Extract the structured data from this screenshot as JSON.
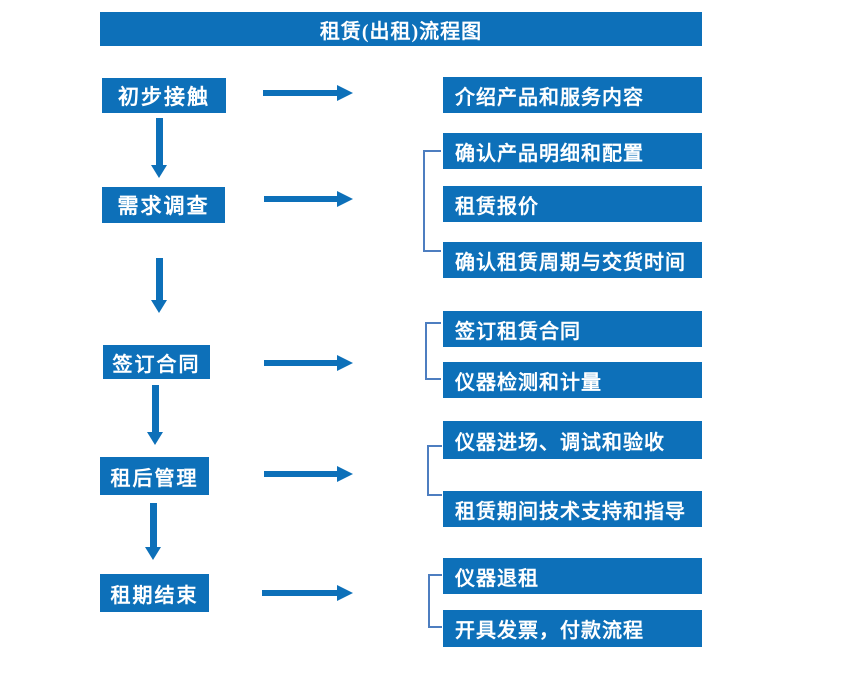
{
  "title": "租赁(出租)流程图",
  "steps": [
    {
      "label": "初步接触",
      "details": [
        "介绍产品和服务内容"
      ]
    },
    {
      "label": "需求调查",
      "details": [
        "确认产品明细和配置",
        "租赁报价",
        "确认租赁周期与交货时间"
      ]
    },
    {
      "label": "签订合同",
      "details": [
        "签订租赁合同",
        "仪器检测和计量"
      ]
    },
    {
      "label": "租后管理",
      "details": [
        "仪器进场、调试和验收",
        "租赁期间技术支持和指导"
      ]
    },
    {
      "label": "租期结束",
      "details": [
        "仪器退租",
        "开具发票，付款流程"
      ]
    }
  ],
  "colors": {
    "primary_blue": "#0d70b9",
    "bracket_blue": "#4d7ec0",
    "text_white": "#ffffff",
    "background": "#ffffff"
  }
}
